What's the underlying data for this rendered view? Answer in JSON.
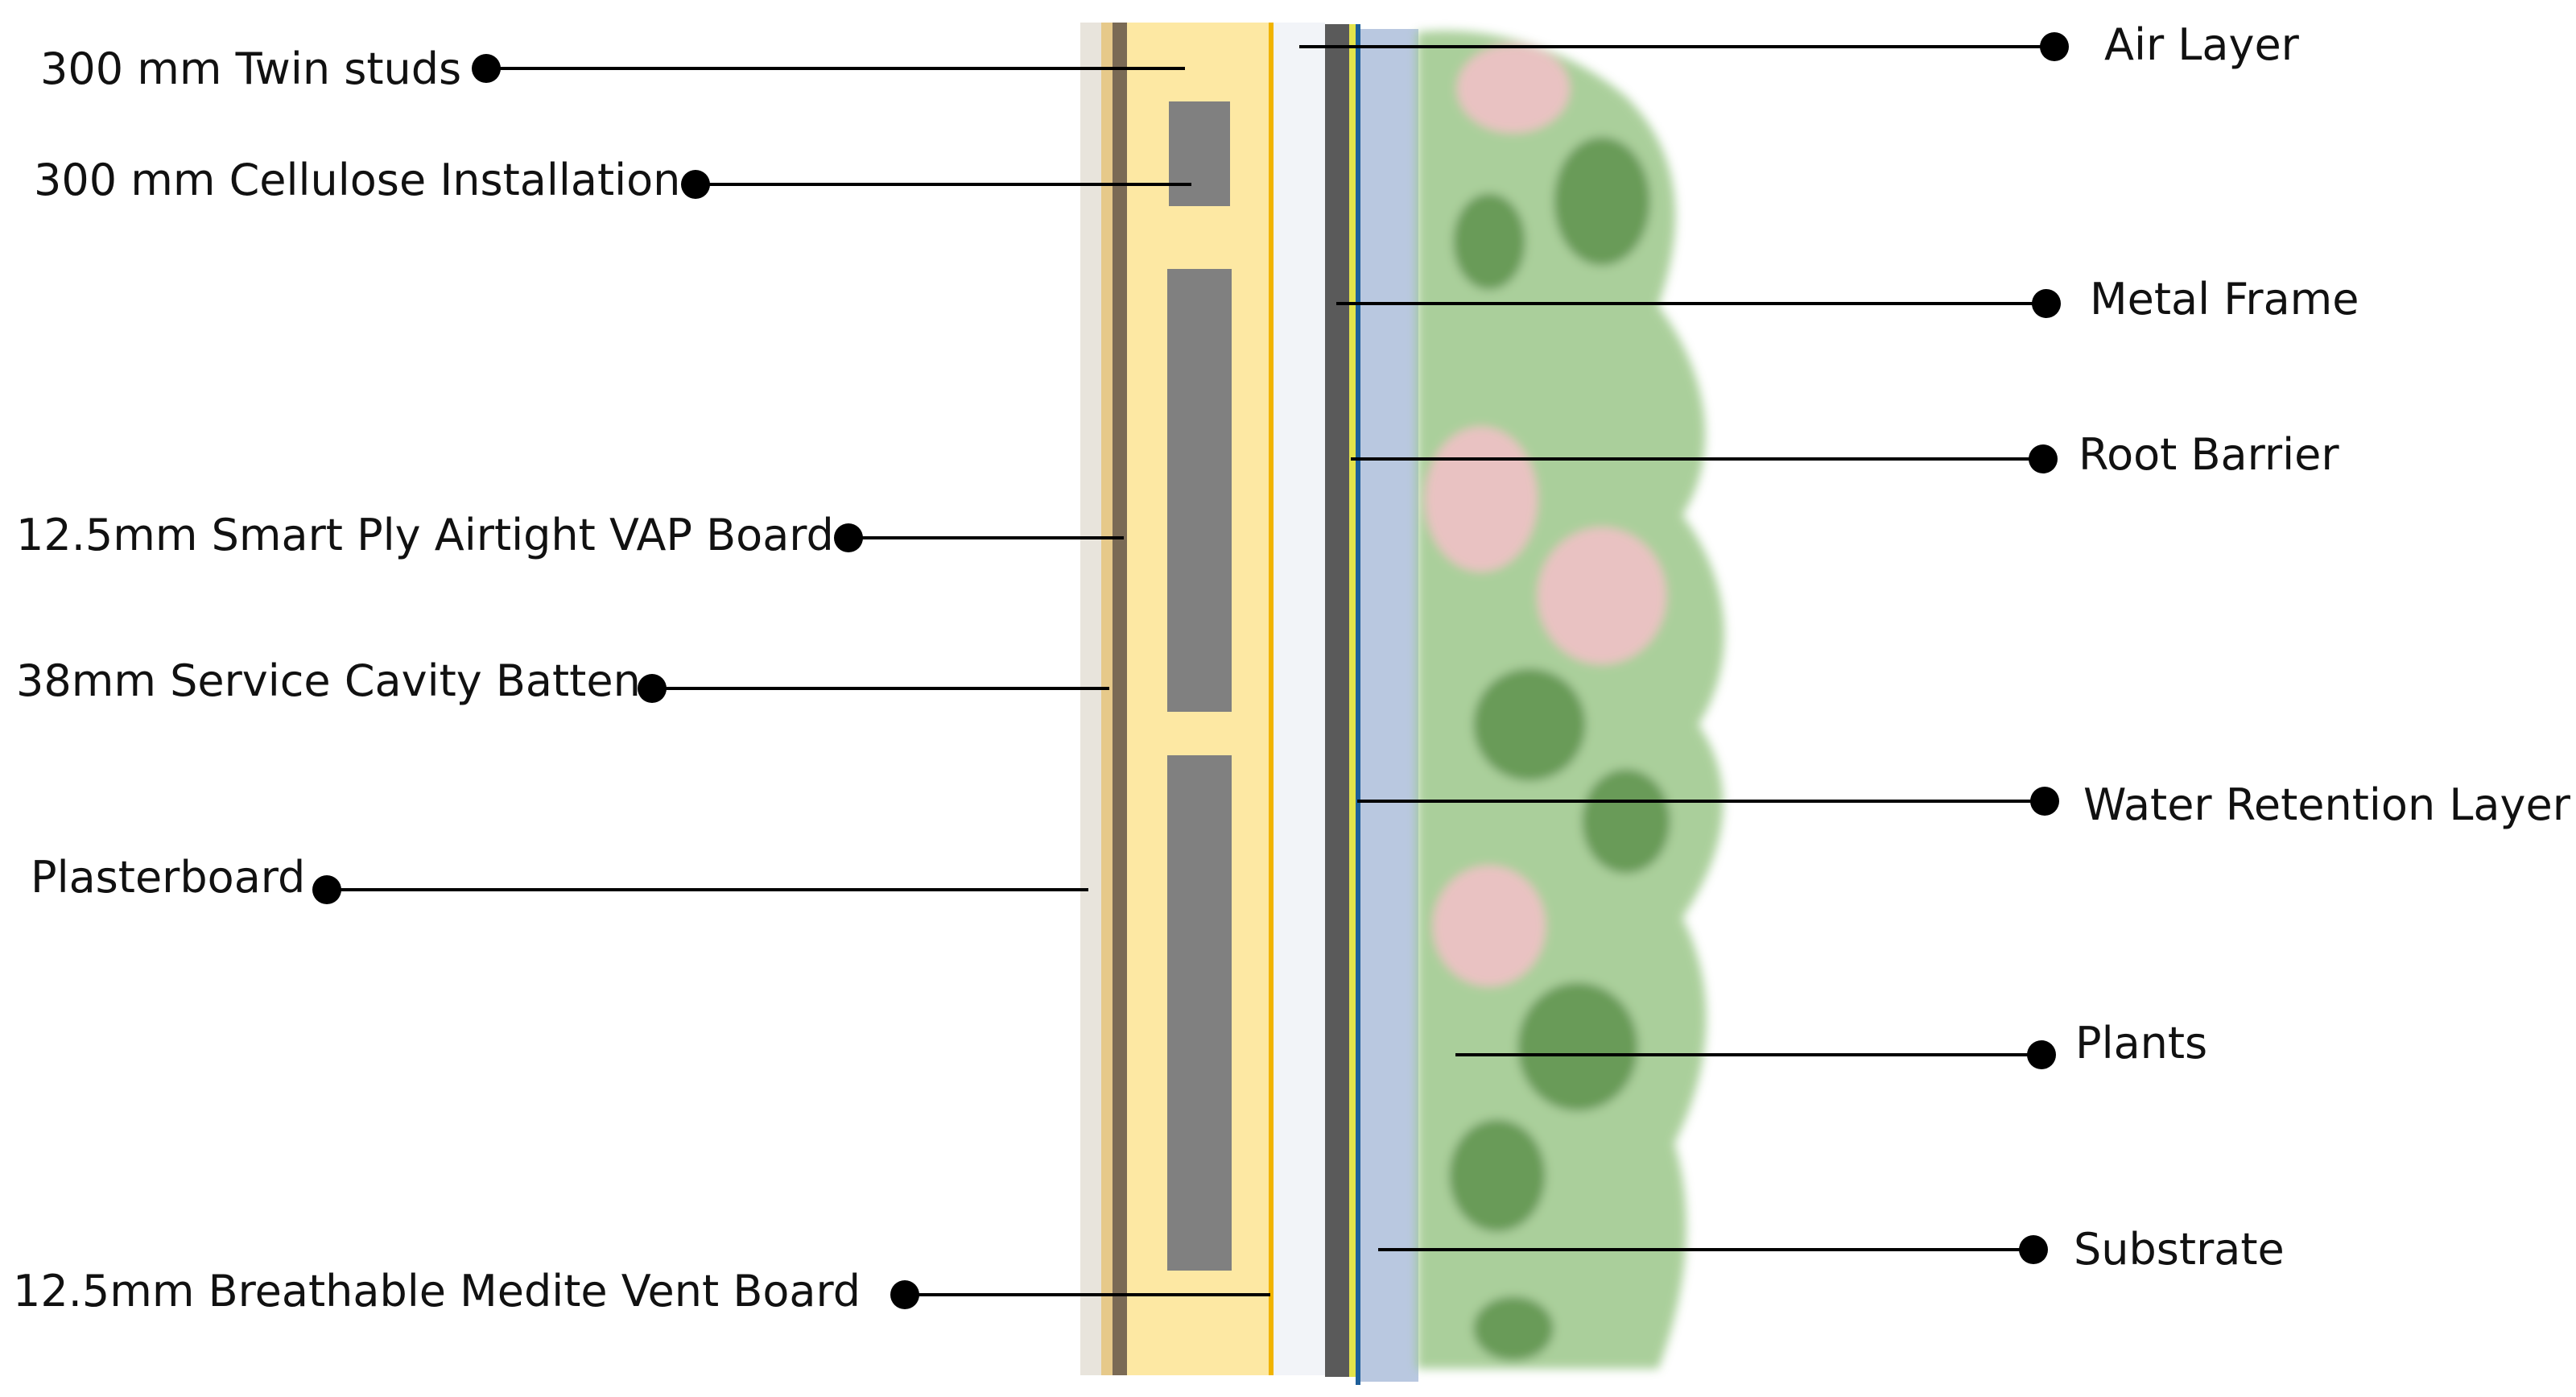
{
  "labels_left": [
    {
      "id": "twin-studs",
      "text": "300 mm Twin studs"
    },
    {
      "id": "cellulose",
      "text": "300 mm Cellulose Installation"
    },
    {
      "id": "vap-board",
      "text": "12.5mm Smart Ply Airtight VAP Board"
    },
    {
      "id": "service-batten",
      "text": "38mm Service Cavity Batten"
    },
    {
      "id": "plasterboard",
      "text": "Plasterboard"
    },
    {
      "id": "vent-board",
      "text": "12.5mm Breathable Medite Vent Board"
    }
  ],
  "labels_right": [
    {
      "id": "air-layer",
      "text": "Air Layer"
    },
    {
      "id": "metal-frame",
      "text": "Metal Frame"
    },
    {
      "id": "root-barrier",
      "text": "Root Barrier"
    },
    {
      "id": "water-retention",
      "text": "Water Retention Layer"
    },
    {
      "id": "plants",
      "text": "Plants"
    },
    {
      "id": "substrate",
      "text": "Substrate"
    }
  ],
  "colors": {
    "plasterboard": "#e8e4dc",
    "service_cavity": "#e6c98a",
    "vap_board": "#7a6a55",
    "insulation": "#fde8a3",
    "stud": "#808080",
    "vent_board_line": "#f1b400",
    "air_layer": "#f2f4f8",
    "metal_frame": "#5a5a5a",
    "root_barrier": "#e3e34a",
    "water_retention": "#1f5f9a",
    "substrate": "#b9c8e0",
    "plants_dark": "#4f8a3a",
    "plants_light": "#9cc78a",
    "plants_pink": "#e6b8b8"
  }
}
